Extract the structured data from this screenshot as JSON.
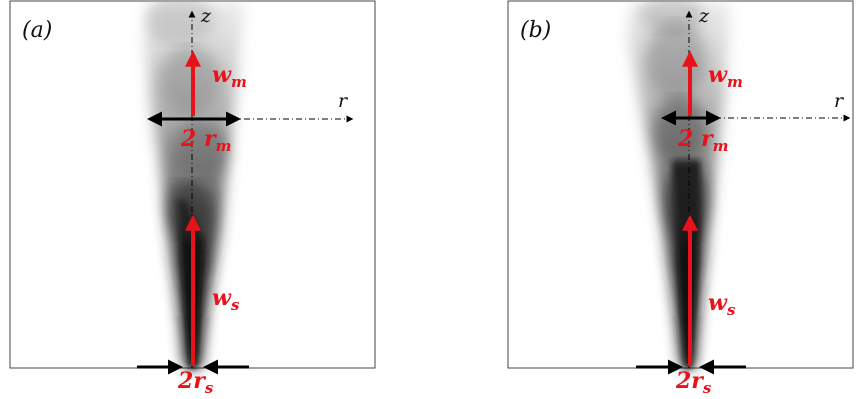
{
  "panels": [
    {
      "tag": "(a)",
      "axis_z": "z",
      "axis_r": "r",
      "w_m": "w",
      "w_m_sub": "m",
      "r_m_pre": "2 r",
      "r_m_sub": "m",
      "w_s": "w",
      "w_s_sub": "s",
      "r_s_pre": "2r",
      "r_s_sub": "s"
    },
    {
      "tag": "(b)",
      "axis_z": "z",
      "axis_r": "r",
      "w_m": "w",
      "w_m_sub": "m",
      "r_m_pre": "2 r",
      "r_m_sub": "m",
      "w_s": "w",
      "w_s_sub": "s",
      "r_s_pre": "2r",
      "r_s_sub": "s"
    }
  ],
  "colors": {
    "arrow_red": "#e8121b",
    "arrow_black": "#000000",
    "frame": "#444444"
  }
}
